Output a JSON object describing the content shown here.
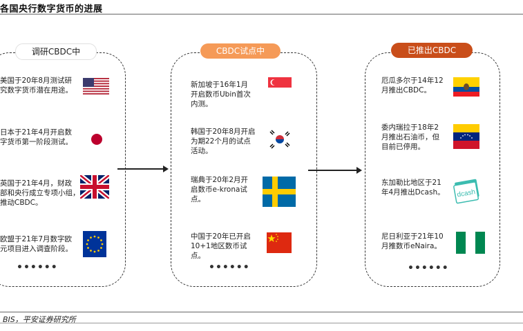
{
  "header": {
    "title": "各国央行数字货币的进展"
  },
  "footer": {
    "source": "BIS，平安证券研究所"
  },
  "columns": [
    {
      "label": "调研CBDC中",
      "items": [
        {
          "text": "美国于20年8月测试研\n究数字货币潜在用途。",
          "flag": "us-flag"
        },
        {
          "text": "日本于21年4月开启数\n字货币第一阶段测试。",
          "flag": "japan-flag"
        },
        {
          "text": "英国于21年4月，财政\n部和央行成立专项小组，\n推动CBDC。",
          "flag": "uk-flag"
        },
        {
          "text": "欧盟于21年7月数字欧\n元项目进入调查阶段。",
          "flag": "eu-flag"
        }
      ],
      "more": "••••••"
    },
    {
      "label": "CBDC试点中",
      "items": [
        {
          "text": "新加坡于16年1月\n开启数币Ubin首次\n内测。",
          "flag": "singapore-flag"
        },
        {
          "text": "韩国于20年8月开启\n为期22个月的试点\n活动。",
          "flag": "korea-flag"
        },
        {
          "text": "瑞典于20年2月开\n启数币e-krona试\n点。",
          "flag": "sweden-flag"
        },
        {
          "text": "中国于20年已开启\n10+1地区数币试\n点。",
          "flag": "china-flag"
        }
      ],
      "more": "••••••"
    },
    {
      "label": "已推出CBDC",
      "items": [
        {
          "text": "厄瓜多尔于14年12\n月推出CBDC。",
          "flag": "ecuador-flag"
        },
        {
          "text": "委内瑞拉于18年2\n月推出石油币，但\n目前已停用。",
          "flag": "venezuela-flag"
        },
        {
          "text": "东加勒比地区于21\n年4月推出Dcash。",
          "flag": "dcash-logo"
        },
        {
          "text": "尼日利亚于21年10\n月推数币eNaira。",
          "flag": "nigeria-flag"
        }
      ],
      "more": "••••••"
    }
  ],
  "logo_text": {
    "dcash": "dcash"
  }
}
